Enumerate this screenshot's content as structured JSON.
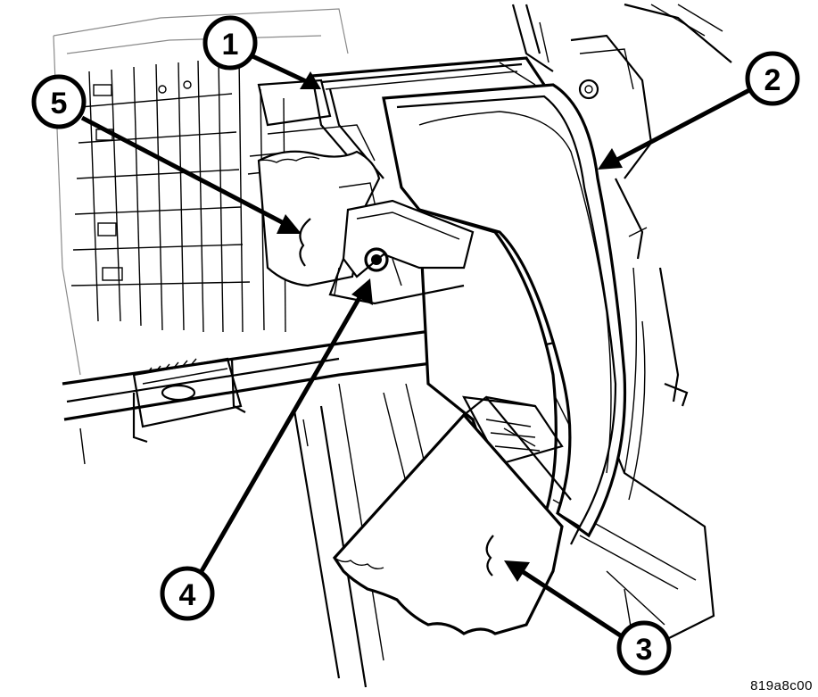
{
  "callouts": [
    {
      "id": "1",
      "label": "1"
    },
    {
      "id": "2",
      "label": "2"
    },
    {
      "id": "3",
      "label": "3"
    },
    {
      "id": "4",
      "label": "4"
    },
    {
      "id": "5",
      "label": "5"
    }
  ],
  "reference_code": "819a8c00"
}
